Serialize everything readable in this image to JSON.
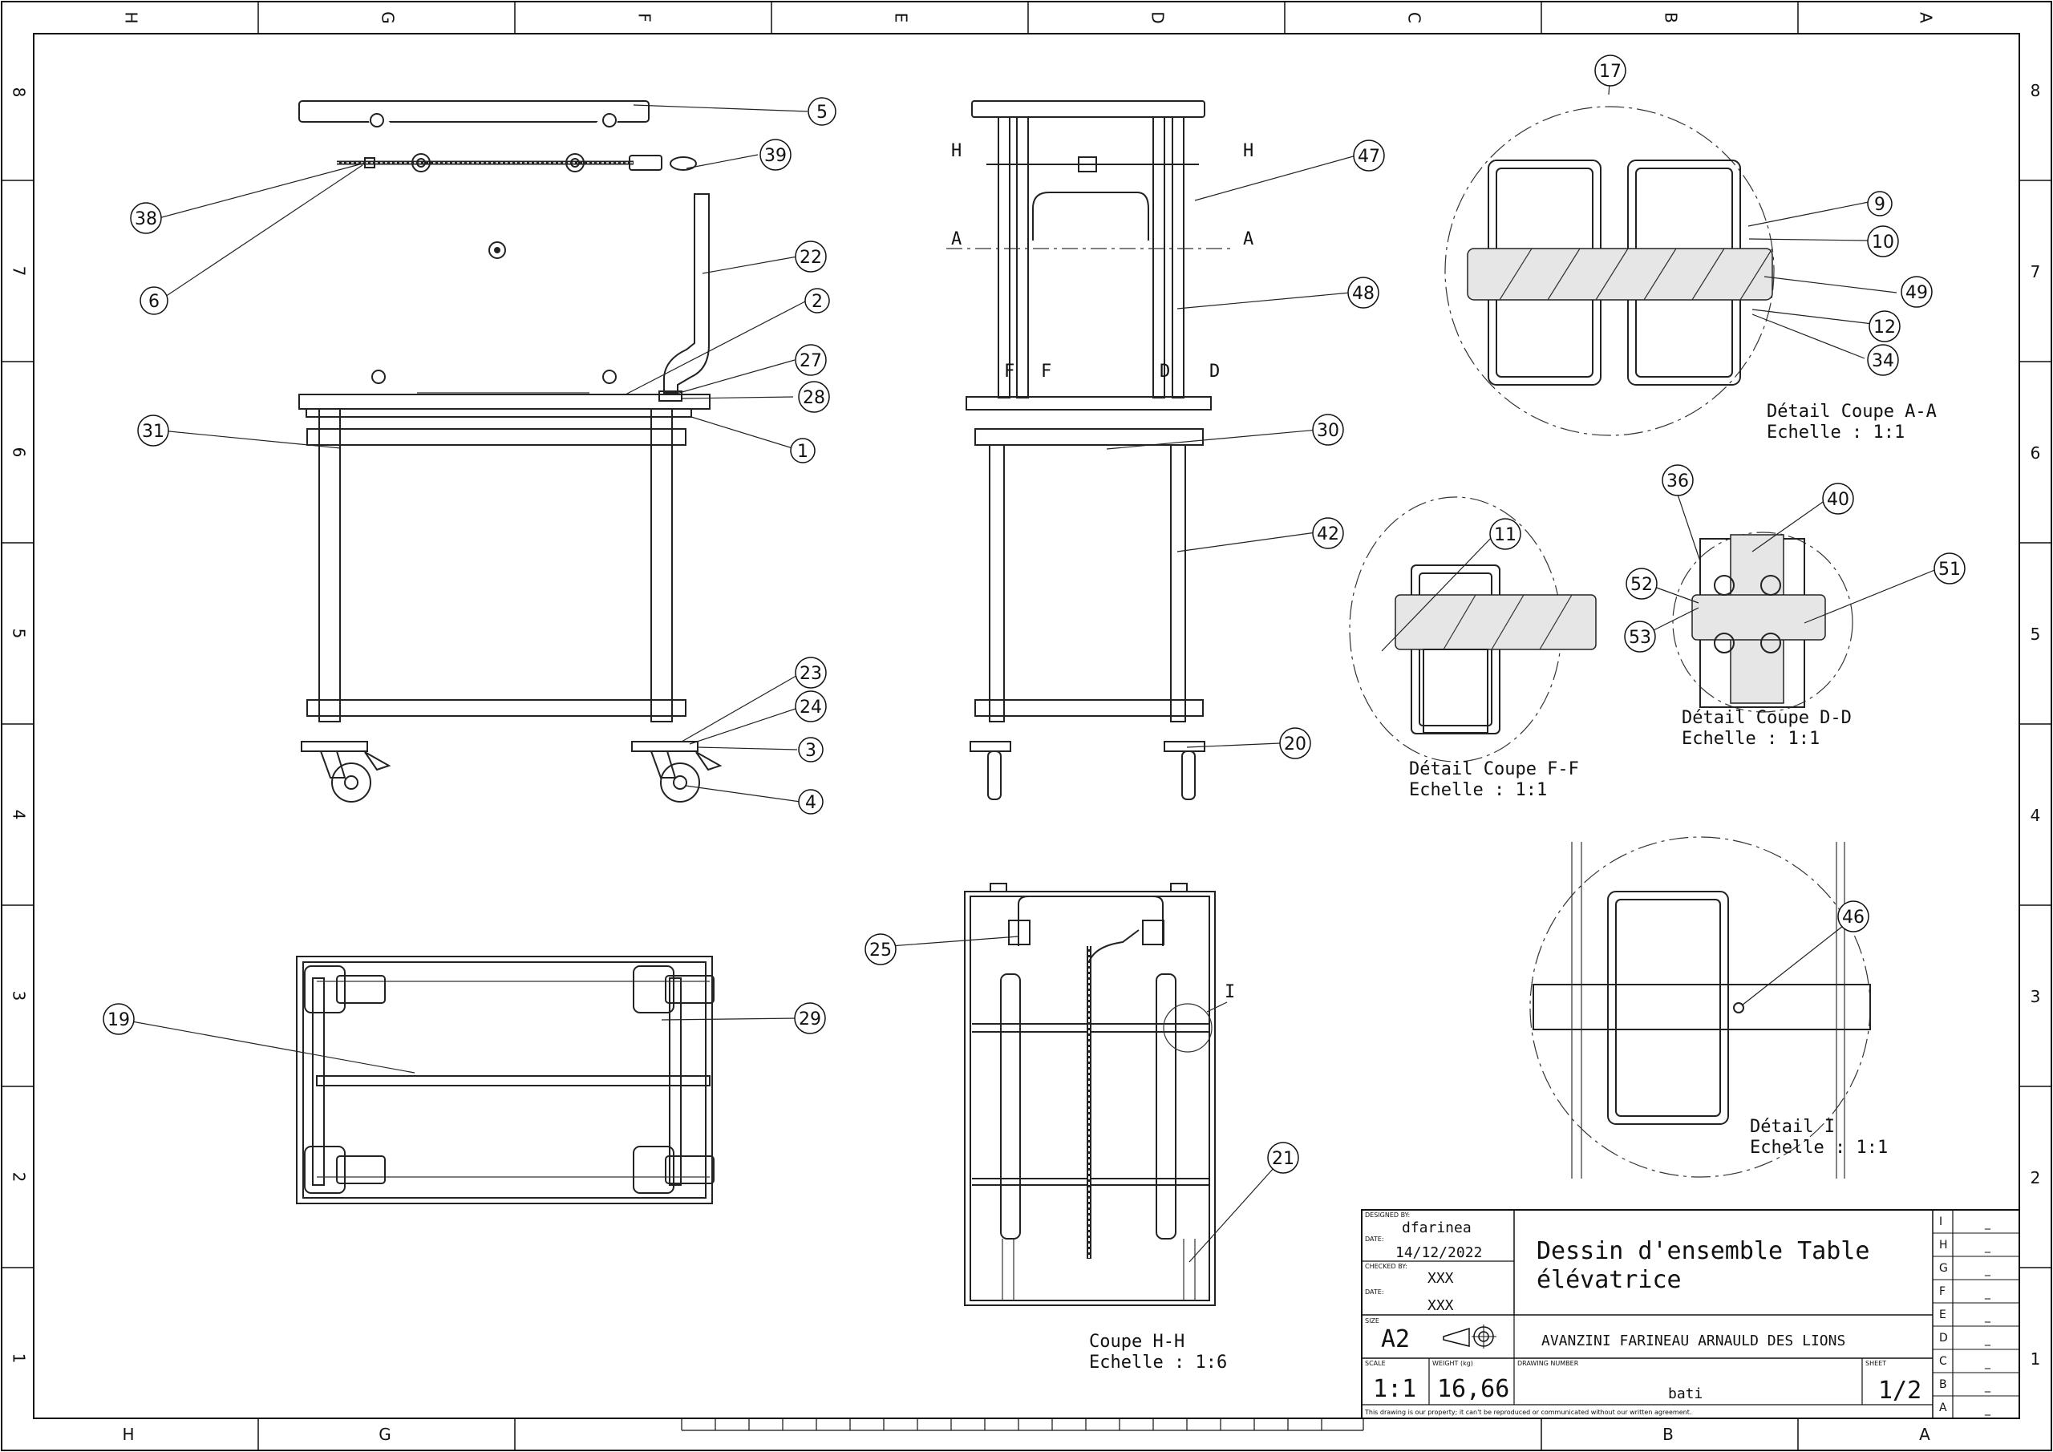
{
  "sheet": {
    "top_zones": [
      "H",
      "G",
      "F",
      "E",
      "D",
      "C",
      "B",
      "A"
    ],
    "bottom_zones": [
      "H",
      "G",
      "B",
      "A"
    ],
    "row_labels": [
      "8",
      "7",
      "6",
      "5",
      "4",
      "3",
      "2",
      "1"
    ]
  },
  "balloons": {
    "b1": "1",
    "b2": "2",
    "b3": "3",
    "b4": "4",
    "b5": "5",
    "b6": "6",
    "b9": "9",
    "b10": "10",
    "b11": "11",
    "b12": "12",
    "b17": "17",
    "b19": "19",
    "b20": "20",
    "b21": "21",
    "b22": "22",
    "b23": "23",
    "b24": "24",
    "b25": "25",
    "b27": "27",
    "b28": "28",
    "b29": "29",
    "b30": "30",
    "b31": "31",
    "b34": "34",
    "b36": "36",
    "b38": "38",
    "b39": "39",
    "b40": "40",
    "b42": "42",
    "b46": "46",
    "b47": "47",
    "b48": "48",
    "b49": "49",
    "b51": "51",
    "b52": "52",
    "b53": "53"
  },
  "section_marks": {
    "h_left": "H",
    "h_right": "H",
    "a_left": "A",
    "a_right": "A",
    "f1": "F",
    "f2": "F",
    "d1": "D",
    "d2": "D",
    "i": "I"
  },
  "details": {
    "aa_title": "Détail Coupe A-A",
    "aa_scale": "Echelle :  1:1",
    "dd_title": "Détail Coupe D-D",
    "dd_scale": "Echelle :  1:1",
    "ff_title": "Détail Coupe F-F",
    "ff_scale": "Echelle :  1:1",
    "i_title": "Détail I",
    "i_scale": "Echelle :  1:1",
    "hh_title": "Coupe H-H",
    "hh_scale": "Echelle :  1:6"
  },
  "title_block": {
    "designed_by_label": "DESIGNED BY:",
    "designed_by": "dfarinea",
    "date_label": "DATE:",
    "date": "14/12/2022",
    "checked_by_label": "CHECKED BY:",
    "checked_by": "XXX",
    "date2_label": "DATE:",
    "date2": "XXX",
    "size_label": "SIZE",
    "size": "A2",
    "scale_label": "SCALE",
    "scale": "1:1",
    "weight_label": "WEIGHT (kg)",
    "weight": "16,66",
    "drawing_number_label": "DRAWING NUMBER",
    "drawing_number": "bati",
    "sheet_label": "SHEET",
    "sheet": "1/2",
    "title_line1": "Dessin d'ensemble Table",
    "title_line2": "élévatrice",
    "authors": "AVANZINI FARINEAU ARNAULD DES LIONS",
    "disclaimer": "This drawing is our property; it can't be reproduced or communicated without our written agreement.",
    "revisions": [
      {
        "letter": "I",
        "value": "_"
      },
      {
        "letter": "H",
        "value": "_"
      },
      {
        "letter": "G",
        "value": "_"
      },
      {
        "letter": "F",
        "value": "_"
      },
      {
        "letter": "E",
        "value": "_"
      },
      {
        "letter": "D",
        "value": "_"
      },
      {
        "letter": "C",
        "value": "_"
      },
      {
        "letter": "B",
        "value": "_"
      },
      {
        "letter": "A",
        "value": "_"
      }
    ]
  }
}
